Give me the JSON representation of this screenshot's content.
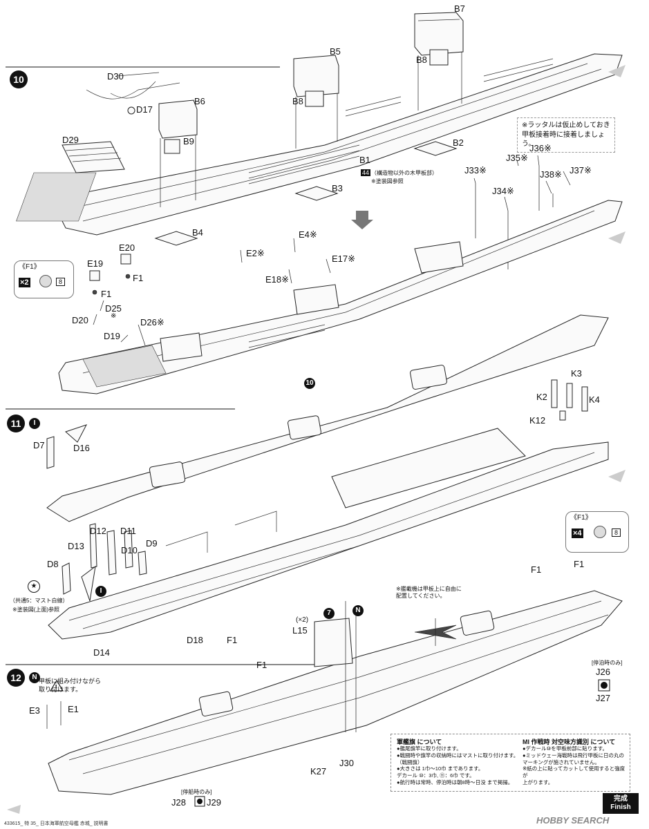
{
  "steps": {
    "s10": "10",
    "s10_mini": "10",
    "s11": "11",
    "s12": "12"
  },
  "markers": {
    "I": "I",
    "N": "N",
    "seven": "7",
    "star": "★"
  },
  "labels": {
    "B7": "B7",
    "B5": "B5",
    "B8a": "B8",
    "B8b": "B8",
    "B6": "B6",
    "B9": "B9",
    "D30": "D30",
    "D17": "D17",
    "D29": "D29",
    "B1": "B1",
    "B2": "B2",
    "B3": "B3",
    "B4": "B4",
    "J36": "J36",
    "J35": "J35",
    "J33": "J33",
    "J34": "J34",
    "J38": "J38",
    "J37": "J37",
    "E20": "E20",
    "E19": "E19",
    "F1a": "F1",
    "F1b": "F1",
    "E2": "E2",
    "E4": "E4",
    "E18": "E18",
    "E17": "E17",
    "D25": "D25",
    "D20": "D20",
    "D19": "D19",
    "D26": "D26",
    "K3": "K3",
    "K2": "K2",
    "K4": "K4",
    "K12": "K12",
    "D7": "D7",
    "D16": "D16",
    "D12": "D12",
    "D11": "D11",
    "D13": "D13",
    "D9": "D9",
    "D10": "D10",
    "D8": "D8",
    "D14": "D14",
    "D18": "D18",
    "F1c": "F1",
    "F1d": "F1",
    "F1e": "F1",
    "F1f": "F1",
    "L15": "L15",
    "x2": "(×2)",
    "J26": "J26",
    "J27": "J27",
    "J28": "J28",
    "J29": "J29",
    "E3": "E3",
    "E1": "E1",
    "K27": "K27",
    "J30": "J30"
  },
  "asterisk": "※",
  "callouts": {
    "f1_box1_title": "《F1》",
    "f1_box1_mult": "×2",
    "f1_box1_paint": "8",
    "f1_box2_title": "《F1》",
    "f1_box2_mult": "×4",
    "f1_box2_paint": "8"
  },
  "notes": {
    "ratter": "※ラッタルは仮止めしておき\n甲板接着時に接着しましょう。",
    "b1_paint": "44",
    "b1_text": "（構造物以外の木甲板部）",
    "b1_ref": "※塗装図参照",
    "mast_common": "（共通5：マスト白線）",
    "mast_ref": "※塗装図(上面)参照",
    "flag_note": "※艦載機は甲板上に自由に\n配置してください。",
    "mooring1": "[停泊時のみ]",
    "mooring2": "[停船時のみ]",
    "s12_note": "甲板に組み付けながら\n取り付けます。"
  },
  "flag_box": {
    "title1": "軍艦旗 について",
    "items1": [
      "●艦尾旗竿に取り付けます。",
      "●戦闘時や旗竿の収納時にはマストに取り付けます。",
      "（戦闘旗）",
      "●大きさは 1巾〜10巾 まであります。",
      "デカール ⑩：3巾,  ⑪：6巾 です。",
      "●航行時は常時、停泊時は朝8時〜日没 まで掲揚。"
    ],
    "title2": "MI 作戦時 対空味方識別 について",
    "items2": [
      "●デカール⑩を甲板前部に貼ります。",
      "●ミッドウェー海戦時は飛行甲板に日の丸の",
      "マーキングが施されていません。",
      "",
      "※紙の上に貼ってカットして使用すると強度が",
      "上がります。"
    ]
  },
  "finish": {
    "jp": "完成",
    "en": "Finish"
  },
  "footer": {
    "left": "433615_ 特 35_ 日本海軍航空母艦 赤城_ 説明書",
    "brand": "HOBBY SEARCH"
  }
}
